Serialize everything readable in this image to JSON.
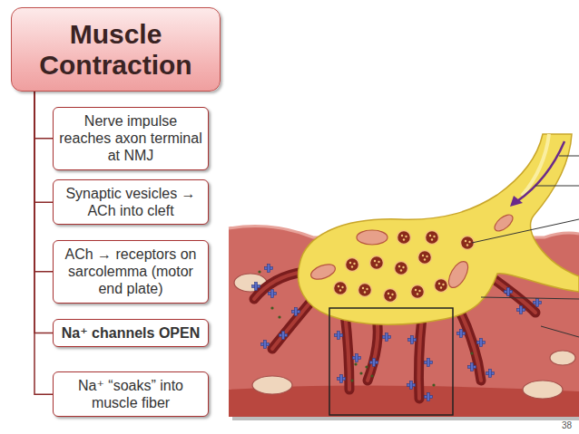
{
  "diagram": {
    "nodes": [
      {
        "text": [
          "Muscle Contraction"
        ]
      },
      {
        "text": [
          "Nerve impulse reaches axon terminal at NMJ"
        ]
      },
      {
        "text": [
          "Synaptic vesicles → ACh into cleft"
        ]
      },
      {
        "text": [
          "ACh → receptors on sarcolemma (motor end plate)"
        ]
      },
      {
        "text": [
          "Na⁺ channels OPEN"
        ]
      },
      {
        "text": [
          "Na⁺ “soaks” into muscle fiber"
        ]
      }
    ],
    "edges": [
      {
        "from": 0,
        "to": 1,
        "arrow": "none"
      },
      {
        "from": 0,
        "to": 2,
        "arrow": "none"
      },
      {
        "from": 0,
        "to": 3,
        "arrow": "none"
      },
      {
        "from": 0,
        "to": 4,
        "arrow": "none"
      },
      {
        "from": 0,
        "to": 5,
        "arrow": "none"
      }
    ],
    "labels": [
      "38"
    ]
  }
}
